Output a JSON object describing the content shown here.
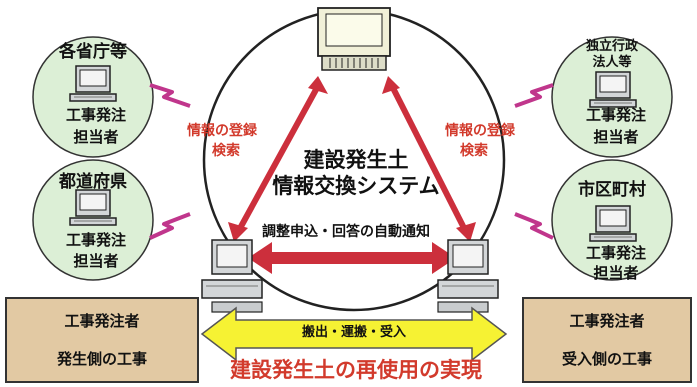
{
  "colors": {
    "circle_fill": "#dcefd6",
    "circle_stroke": "#333333",
    "box_fill": "#e2c9a3",
    "red_arrow": "#cc2f3c",
    "red_text": "#d23a2c",
    "magenta": "#c0368c",
    "yellow_arrow": "#f6f233",
    "computer": "#d3d6d8"
  },
  "top_left": {
    "name": "各省庁等",
    "line1": "工事発注",
    "line2": "担当者"
  },
  "mid_left": {
    "name": "都道府県",
    "line1": "工事発注",
    "line2": "担当者"
  },
  "top_right": {
    "name_line1": "独立行政",
    "name_line2": "法人等",
    "line1": "工事発注",
    "line2": "担当者"
  },
  "mid_right": {
    "name": "市区町村",
    "line1": "工事発注",
    "line2": "担当者"
  },
  "system": {
    "line1": "建設発生土",
    "line2": "情報交換システム"
  },
  "left_arrow": {
    "line1": "情報の登録",
    "line2": "検索"
  },
  "right_arrow": {
    "line1": "情報の登録",
    "line2": "検索"
  },
  "auto_notice": "調整申込・回答の自動通知",
  "left_box": {
    "title": "工事発注者",
    "subtitle": "発生側の工事"
  },
  "right_box": {
    "title": "工事発注者",
    "subtitle": "受入側の工事"
  },
  "transport": "搬出・運搬・受入",
  "bottom_caption": "建設発生土の再使用の実現"
}
